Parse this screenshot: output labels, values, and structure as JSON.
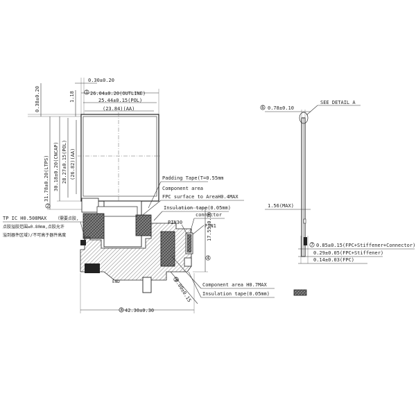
{
  "front_view": {
    "top_offset": "0.30±0.20",
    "outline_width": "26.04±0.20(OUTLINE)",
    "pol_width": "25.44±0.15(POL)",
    "aa_width": "(23.84)(AA)",
    "left_offset_vertical": "0.38±0.20",
    "small_dim_vertical": "1.18",
    "tps_height": "31.78±0.20(LTPS)",
    "cnc_height": "30.18±0.20(CNCAP)",
    "pol_height": "28.27±0.15(POL)",
    "aa_height": "(26.82)(AA)",
    "fpc_height": "17.55±0.30",
    "total_width": "42.30±0.30",
    "slant_dim": "8.80±0.15",
    "marker_1": "1",
    "marker_2": "2",
    "marker_3": "3",
    "marker_4": "4",
    "marker_5": "5"
  },
  "labels": {
    "padding_tape": "Padding Tape(T=0.55mm",
    "component_area_1": "Component area",
    "component_area_1b": "FPC surface to AreaH0.4MAX",
    "insulation_tape_1": "Insulation tape(0.05mm)",
    "connector": "connector",
    "pin30": "PIN30",
    "pin1": "PIN1",
    "component_area_2": "Component area H0.7MAX",
    "insulation_tape_2": "Insulation tape(0.05mm)",
    "tp_ic": "TP IC H0.508MAX",
    "tp_ic_cn1": "（需要点胶,",
    "tp_ic_cn2": "点胶溢胶范围≤0.80mm,点胶允许",
    "tp_ic_cn3": "溢到器件区域)/不可高于器件高度",
    "end_label": "END"
  },
  "side_view": {
    "see_detail": "SEE DETAIL A",
    "thickness": "0.78±0.10",
    "max_thickness": "1.56(MAX)",
    "fpc_stiffener_connector": "0.85±0.15(FPC+Stiffener+Connector)",
    "fpc_stiffener": "0.29±0.05(FPC+Stiffener)",
    "fpc": "0.14±0.03(FPC)",
    "marker_6": "6",
    "marker_7": "7"
  }
}
